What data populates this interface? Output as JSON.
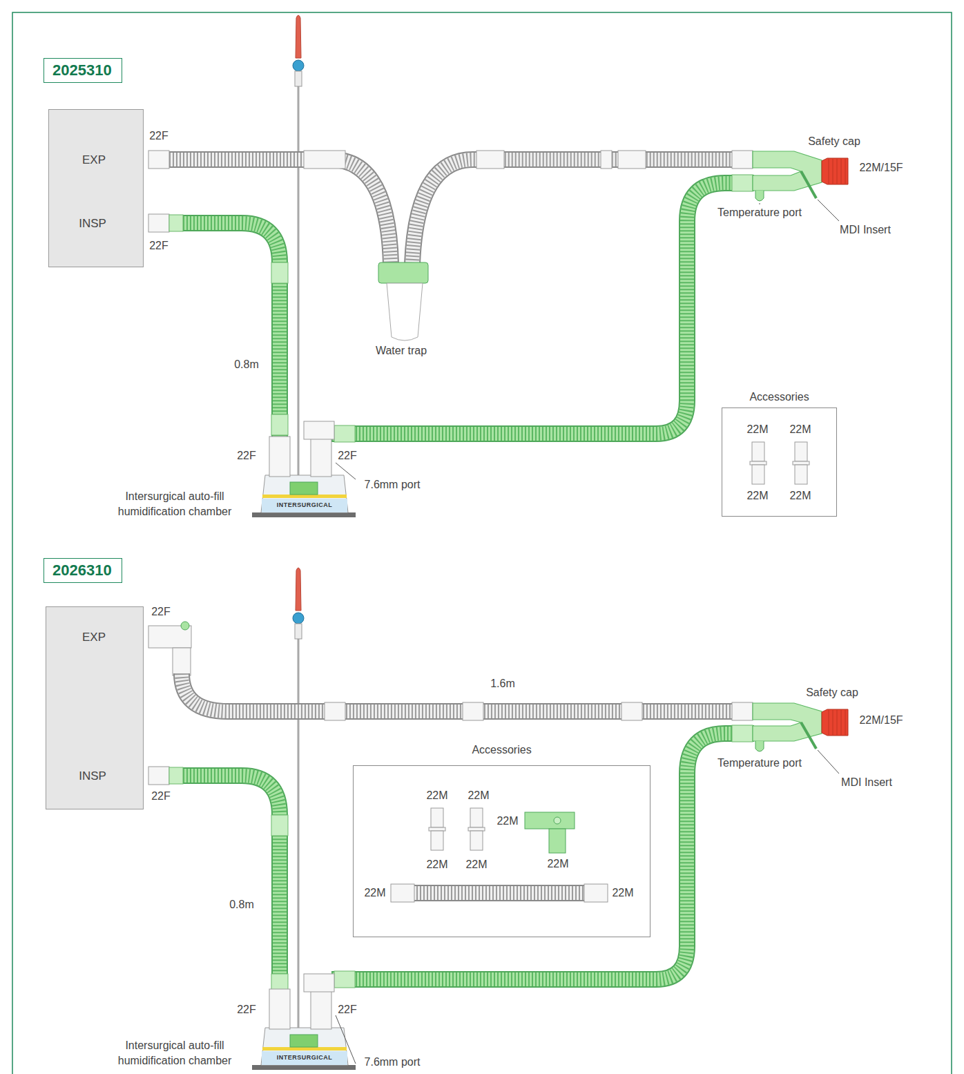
{
  "diagram": {
    "nodes": [
      {
        "text": [
          "2025310"
        ]
      },
      {
        "text": [
          "EXP",
          "INSP"
        ]
      },
      {
        "text": [
          "Accessories"
        ]
      },
      {
        "text": [
          "2026310"
        ]
      },
      {
        "text": [
          "EXP",
          "INSP"
        ]
      },
      {
        "text": [
          "Accessories"
        ]
      }
    ],
    "labels": [
      "22F",
      "22F",
      "Safety cap",
      "22M/15F",
      "Temperature port",
      "MDI Insert",
      "Water trap",
      "0.8m",
      "22F",
      "22F",
      "7.6mm port",
      "Intersurgical auto-fill humidification chamber",
      "INTERSURGICAL",
      "22M",
      "22M",
      "22M",
      "22M",
      "22F",
      "1.6m",
      "Safety cap",
      "22M/15F",
      "Temperature port",
      "MDI Insert",
      "22F",
      "0.8m",
      "22F",
      "22F",
      "7.6mm port",
      "Intersurgical auto-fill humidification chamber",
      "INTERSURGICAL",
      "22M",
      "22M",
      "22M",
      "22M",
      "22M",
      "22M",
      "22M",
      "22M"
    ]
  }
}
